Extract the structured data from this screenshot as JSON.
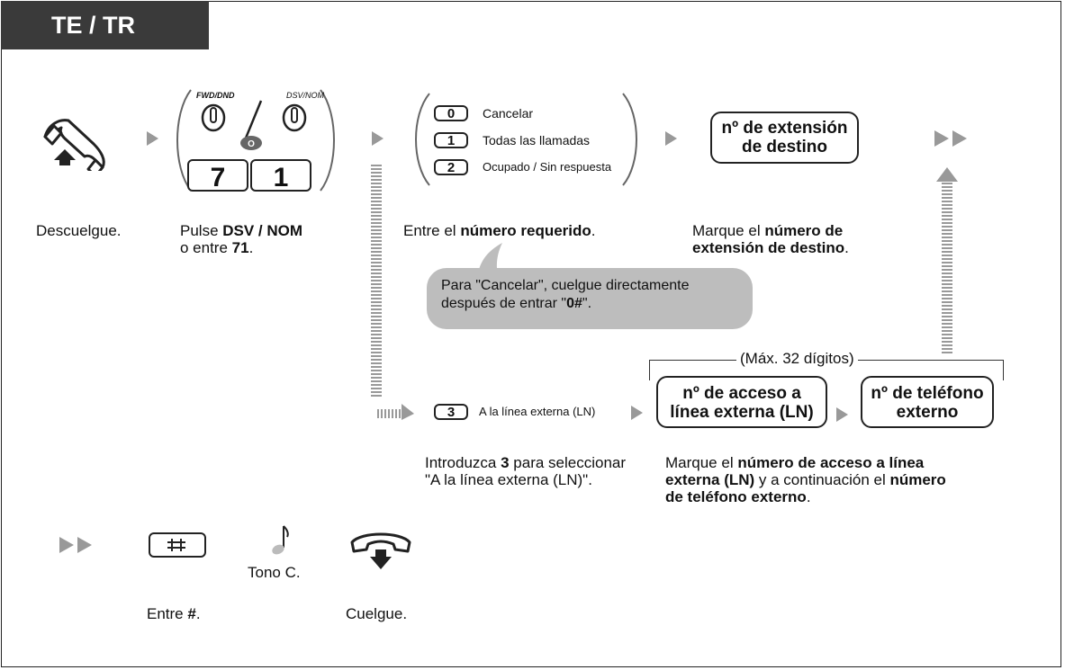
{
  "header": {
    "title": "TE / TR"
  },
  "steps": {
    "offhook": {
      "label": "Descuelgue."
    },
    "press": {
      "prefix": "Pulse ",
      "bold": "DSV / NOM",
      "mid": "o entre ",
      "bold2": "71",
      "suffix": "."
    },
    "fwd_label": "FWD/DND",
    "dsv_label": "DSV/NOM",
    "key7": "7",
    "key1": "1",
    "enter_number": {
      "prefix": "Entre el ",
      "bold": "número requerido",
      "suffix": "."
    },
    "dial_dest": {
      "prefix": "Marque el ",
      "bold1": "número de",
      "bold2": "extensión de destino",
      "suffix": "."
    },
    "dest_box": {
      "line1": "nº de extensión",
      "line2": "de destino"
    }
  },
  "options": [
    {
      "key": "0",
      "label": "Cancelar"
    },
    {
      "key": "1",
      "label": "Todas las llamadas"
    },
    {
      "key": "2",
      "label": "Ocupado / Sin respuesta"
    }
  ],
  "note": {
    "line1": "Para \"Cancelar\", cuelgue directamente",
    "line2_prefix": "después de entrar \"",
    "line2_bold": "0#",
    "line2_suffix": "\"."
  },
  "external": {
    "max_digits": "(Máx. 32 dígitos)",
    "option_key": "3",
    "option_label": "A la línea externa (LN)",
    "access_box": {
      "line1": "nº de acceso a",
      "line2": "línea externa (LN)"
    },
    "phone_box": {
      "line1": "nº de teléfono",
      "line2": "externo"
    },
    "intro": {
      "prefix": "Introduzca ",
      "bold": "3",
      "suffix": " para seleccionar",
      "line2": "\"A la línea externa (LN)\"."
    },
    "dial": {
      "prefix": "Marque el ",
      "bold1": "número de acceso a línea",
      "bold2": "externa (LN)",
      "mid": " y a continuación el ",
      "bold3": "número",
      "bold4": "de teléfono externo",
      "suffix": "."
    }
  },
  "bottom": {
    "enter_hash": {
      "prefix": "Entre ",
      "bold": "#",
      "suffix": "."
    },
    "tone": "Tono C.",
    "hangup": "Cuelgue."
  }
}
